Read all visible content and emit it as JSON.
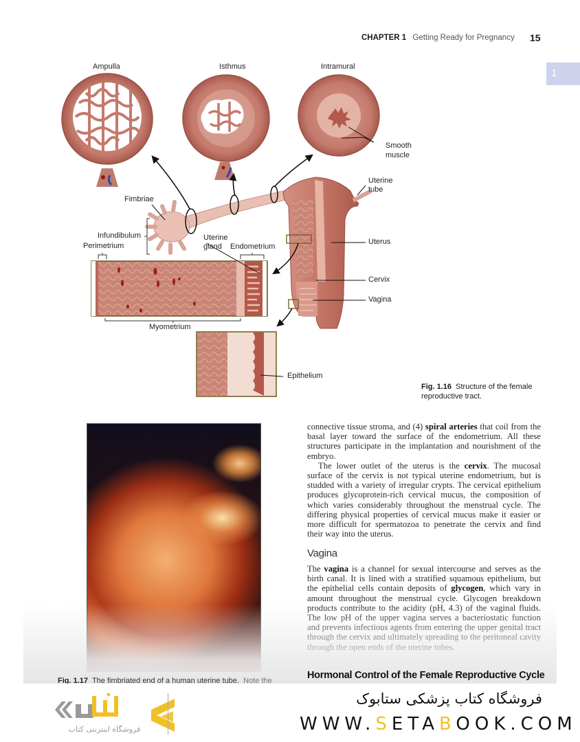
{
  "header": {
    "chapter": "CHAPTER 1",
    "chapter_title": "Getting Ready for Pregnancy",
    "page_number": "15",
    "chapter_tab": "1"
  },
  "figure_1_16": {
    "labels": {
      "ampulla": "Ampulla",
      "isthmus": "Isthmus",
      "intramural": "Intramural",
      "smooth_muscle_1": "Smooth",
      "smooth_muscle_2": "muscle",
      "uterine_tube_1": "Uterine",
      "uterine_tube_2": "tube",
      "fimbriae": "Fimbriae",
      "infundibulum": "Infundibulum",
      "perimetrium": "Perimetrium",
      "uterine_gland_1": "Uterine",
      "uterine_gland_2": "gland",
      "endometrium": "Endometrium",
      "uterus": "Uterus",
      "cervix": "Cervix",
      "vagina": "Vagina",
      "myometrium": "Myometrium",
      "epithelium": "Epithelium"
    },
    "caption_number": "Fig. 1.16",
    "caption_text": "Structure of the female reproductive tract."
  },
  "figure_1_17": {
    "caption_number": "Fig. 1.17",
    "caption_text": "The fimbriated end of a human uterine tube.",
    "caption_rest": "Note the"
  },
  "body": {
    "para1": [
      {
        "t": "connective tissue stroma, and (4) "
      },
      {
        "b": "spiral arteries"
      },
      {
        "t": " that coil from the basal layer toward the surface of the endometrium. All these structures participate in the implantation and nourishment of the embryo."
      }
    ],
    "para2": [
      {
        "t": "The lower outlet of the uterus is the "
      },
      {
        "b": "cervix"
      },
      {
        "t": ". The mucosal surface of the cervix is not typical uterine endometrium, but is studded with a variety of irregular crypts. The cervical epithelium produces glycoprotein-rich cervical mucus, the composition of which varies considerably throughout the menstrual cycle. The differing physical properties of cervical mucus make it easier or more difficult for spermatozoa to penetrate the cervix and find their way into the uterus."
      }
    ],
    "section_vagina": "Vagina",
    "para3": [
      {
        "t": "The "
      },
      {
        "b": "vagina"
      },
      {
        "t": " is a channel for sexual intercourse and serves as the birth canal. It is lined with a stratified squamous epithelium, but the epithelial cells contain deposits of "
      },
      {
        "b": "glycogen"
      },
      {
        "t": ", which vary in amount throughout the menstrual cycle. Glycogen breakdown products contribute to the acidity (pH, 4.3) of the vaginal fluids. The low pH of the upper vagina serves a bacteriostatic function and prevents infectious agents from entering the upper genital tract through the cervix and ultimately spreading to the peritoneal cavity through the open ends of the uterine tubes."
      }
    ],
    "heading_hormonal": "Hormonal Control of the Female Reproductive Cycle"
  },
  "banner": {
    "logo_subtitle": "فروشگاه اینترنتی کتاب",
    "persian_title": "فروشگاه کتاب پزشکی ستابوک",
    "url_parts": [
      "WWW.",
      "S",
      "ETA",
      "B",
      "OOK.COM"
    ],
    "accent_color": "#f2c025"
  }
}
